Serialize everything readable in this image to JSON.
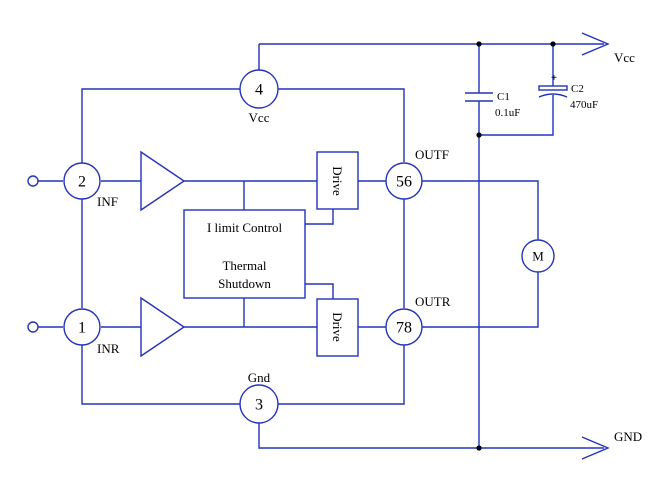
{
  "pins": {
    "p4": "4",
    "p2": "2",
    "p1": "1",
    "p3": "3",
    "p56": "56",
    "p78": "78"
  },
  "labels": {
    "vcc_pin": "Vcc",
    "inf": "INF",
    "inr": "INR",
    "gnd_pin": "Gnd",
    "outf": "OUTF",
    "outr": "OUTR",
    "vcc_rail": "Vcc",
    "gnd_rail": "GND"
  },
  "blocks": {
    "drive_top": "Drive",
    "drive_bottom": "Drive",
    "control_line1": "I limit Control",
    "control_line2": "Thermal",
    "control_line3": "Shutdown"
  },
  "components": {
    "c1_name": "C1",
    "c1_value": "0.1uF",
    "c2_name": "C2",
    "c2_value": "470uF",
    "c2_polarity": "+",
    "motor": "M"
  },
  "colors": {
    "wire": "#2233bb",
    "text": "#000000"
  }
}
